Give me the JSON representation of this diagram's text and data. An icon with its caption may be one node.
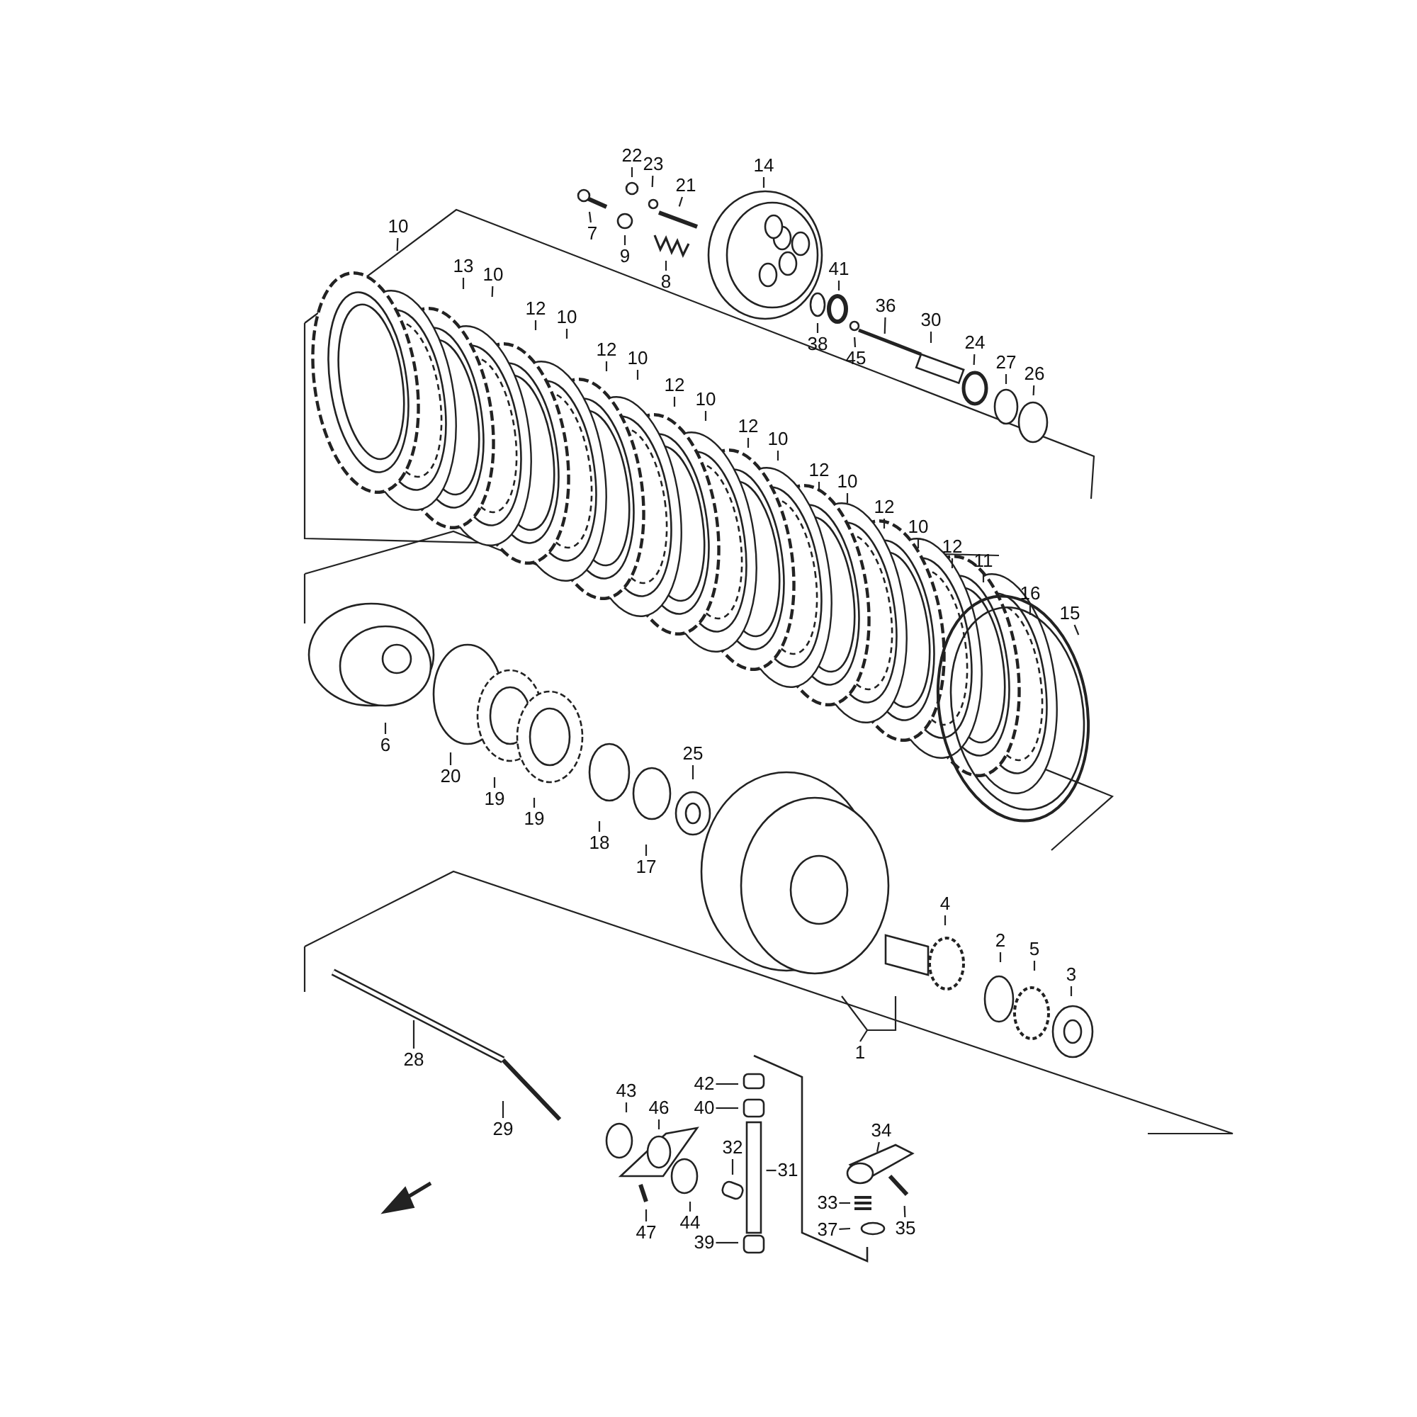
{
  "diagram": {
    "nodes": [
      {
        "text": [
          "7"
        ]
      },
      {
        "text": [
          "22"
        ]
      },
      {
        "text": [
          "23"
        ]
      },
      {
        "text": [
          "21"
        ]
      },
      {
        "text": [
          "9"
        ]
      },
      {
        "text": [
          "8"
        ]
      },
      {
        "text": [
          "14"
        ]
      },
      {
        "text": [
          "41"
        ]
      },
      {
        "text": [
          "38"
        ]
      },
      {
        "text": [
          "45"
        ]
      },
      {
        "text": [
          "36"
        ]
      },
      {
        "text": [
          "30"
        ]
      },
      {
        "text": [
          "24"
        ]
      },
      {
        "text": [
          "27"
        ]
      },
      {
        "text": [
          "26"
        ]
      },
      {
        "text": [
          "10"
        ]
      },
      {
        "text": [
          "13"
        ]
      },
      {
        "text": [
          "10"
        ]
      },
      {
        "text": [
          "12"
        ]
      },
      {
        "text": [
          "10"
        ]
      },
      {
        "text": [
          "12"
        ]
      },
      {
        "text": [
          "10"
        ]
      },
      {
        "text": [
          "12"
        ]
      },
      {
        "text": [
          "10"
        ]
      },
      {
        "text": [
          "12"
        ]
      },
      {
        "text": [
          "10"
        ]
      },
      {
        "text": [
          "12"
        ]
      },
      {
        "text": [
          "10"
        ]
      },
      {
        "text": [
          "12"
        ]
      },
      {
        "text": [
          "10"
        ]
      },
      {
        "text": [
          "12"
        ]
      },
      {
        "text": [
          "11"
        ]
      },
      {
        "text": [
          "16"
        ]
      },
      {
        "text": [
          "15"
        ]
      },
      {
        "text": [
          "6"
        ]
      },
      {
        "text": [
          "20"
        ]
      },
      {
        "text": [
          "19"
        ]
      },
      {
        "text": [
          "19"
        ]
      },
      {
        "text": [
          "18"
        ]
      },
      {
        "text": [
          "17"
        ]
      },
      {
        "text": [
          "25"
        ]
      },
      {
        "text": [
          "4"
        ]
      },
      {
        "text": [
          "2"
        ]
      },
      {
        "text": [
          "5"
        ]
      },
      {
        "text": [
          "3"
        ]
      },
      {
        "text": [
          "1"
        ]
      },
      {
        "text": [
          "28"
        ]
      },
      {
        "text": [
          "29"
        ]
      },
      {
        "text": [
          "43"
        ]
      },
      {
        "text": [
          "46"
        ]
      },
      {
        "text": [
          "42"
        ]
      },
      {
        "text": [
          "40"
        ]
      },
      {
        "text": [
          "34"
        ]
      },
      {
        "text": [
          "32"
        ]
      },
      {
        "text": [
          "31"
        ]
      },
      {
        "text": [
          "33"
        ]
      },
      {
        "text": [
          "37"
        ]
      },
      {
        "text": [
          "47"
        ]
      },
      {
        "text": [
          "44"
        ]
      },
      {
        "text": [
          "35"
        ]
      },
      {
        "text": [
          "39"
        ]
      }
    ],
    "edges": [
      {
        "from": 0,
        "to": null,
        "arrow": "none"
      },
      {
        "from": 1,
        "to": null,
        "arrow": "none"
      },
      {
        "from": 2,
        "to": null,
        "arrow": "none"
      },
      {
        "from": 3,
        "to": null,
        "arrow": "none"
      },
      {
        "from": 4,
        "to": null,
        "arrow": "none"
      },
      {
        "from": 5,
        "to": null,
        "arrow": "none"
      },
      {
        "from": 6,
        "to": null,
        "arrow": "none"
      },
      {
        "from": 7,
        "to": null,
        "arrow": "none"
      },
      {
        "from": 8,
        "to": null,
        "arrow": "none"
      },
      {
        "from": 9,
        "to": null,
        "arrow": "none"
      },
      {
        "from": 10,
        "to": null,
        "arrow": "none"
      },
      {
        "from": 11,
        "to": null,
        "arrow": "none"
      },
      {
        "from": 12,
        "to": null,
        "arrow": "none"
      },
      {
        "from": 13,
        "to": null,
        "arrow": "none"
      },
      {
        "from": 14,
        "to": null,
        "arrow": "none"
      },
      {
        "from": 15,
        "to": null,
        "arrow": "none"
      },
      {
        "from": 16,
        "to": null,
        "arrow": "none"
      },
      {
        "from": 17,
        "to": null,
        "arrow": "none"
      },
      {
        "from": 18,
        "to": null,
        "arrow": "none"
      },
      {
        "from": 19,
        "to": null,
        "arrow": "none"
      },
      {
        "from": 20,
        "to": null,
        "arrow": "none"
      },
      {
        "from": 21,
        "to": null,
        "arrow": "none"
      },
      {
        "from": 22,
        "to": null,
        "arrow": "none"
      },
      {
        "from": 23,
        "to": null,
        "arrow": "none"
      },
      {
        "from": 24,
        "to": null,
        "arrow": "none"
      },
      {
        "from": 25,
        "to": null,
        "arrow": "none"
      },
      {
        "from": 26,
        "to": null,
        "arrow": "none"
      },
      {
        "from": 27,
        "to": null,
        "arrow": "none"
      },
      {
        "from": 28,
        "to": null,
        "arrow": "none"
      },
      {
        "from": 29,
        "to": null,
        "arrow": "none"
      },
      {
        "from": 30,
        "to": null,
        "arrow": "none"
      },
      {
        "from": 31,
        "to": null,
        "arrow": "none"
      },
      {
        "from": 32,
        "to": null,
        "arrow": "none"
      },
      {
        "from": 33,
        "to": null,
        "arrow": "none"
      },
      {
        "from": 34,
        "to": null,
        "arrow": "none"
      },
      {
        "from": 35,
        "to": null,
        "arrow": "none"
      },
      {
        "from": 36,
        "to": null,
        "arrow": "none"
      },
      {
        "from": 37,
        "to": null,
        "arrow": "none"
      },
      {
        "from": 38,
        "to": null,
        "arrow": "none"
      },
      {
        "from": 39,
        "to": null,
        "arrow": "none"
      },
      {
        "from": 40,
        "to": null,
        "arrow": "none"
      },
      {
        "from": 41,
        "to": null,
        "arrow": "none"
      },
      {
        "from": 42,
        "to": null,
        "arrow": "none"
      },
      {
        "from": 43,
        "to": null,
        "arrow": "none"
      },
      {
        "from": 44,
        "to": null,
        "arrow": "none"
      },
      {
        "from": 45,
        "to": null,
        "arrow": "none"
      },
      {
        "from": 46,
        "to": null,
        "arrow": "none"
      },
      {
        "from": 47,
        "to": null,
        "arrow": "none"
      },
      {
        "from": 48,
        "to": null,
        "arrow": "none"
      },
      {
        "from": 49,
        "to": null,
        "arrow": "none"
      },
      {
        "from": 50,
        "to": null,
        "arrow": "none"
      },
      {
        "from": 51,
        "to": null,
        "arrow": "none"
      },
      {
        "from": 52,
        "to": null,
        "arrow": "none"
      },
      {
        "from": 53,
        "to": null,
        "arrow": "none"
      },
      {
        "from": 54,
        "to": null,
        "arrow": "none"
      },
      {
        "from": 55,
        "to": null,
        "arrow": "none"
      },
      {
        "from": 56,
        "to": null,
        "arrow": "none"
      },
      {
        "from": 57,
        "to": null,
        "arrow": "none"
      },
      {
        "from": 58,
        "to": null,
        "arrow": "none"
      },
      {
        "from": 59,
        "to": null,
        "arrow": "none"
      },
      {
        "from": 60,
        "to": null,
        "arrow": "none"
      }
    ]
  }
}
